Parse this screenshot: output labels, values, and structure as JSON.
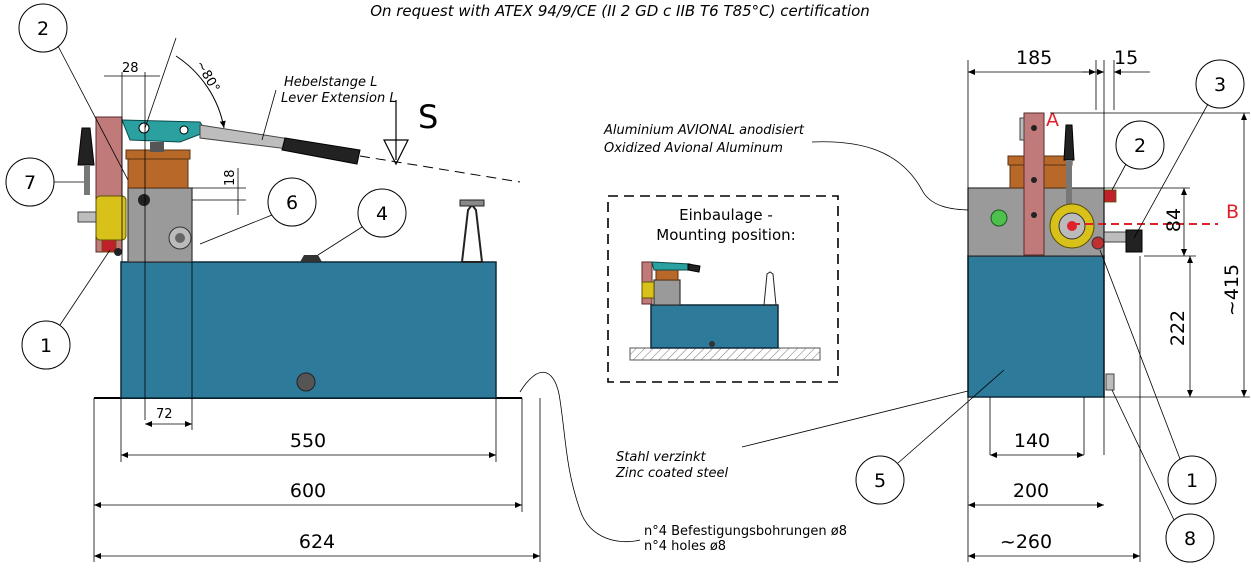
{
  "header": {
    "certification": "On request with ATEX 94/9/CE (II 2 GD c IIB T6 T85°C) certification"
  },
  "side_view": {
    "lever_label_de": "Hebelstange L",
    "lever_label_en": "Lever Extension L",
    "s_label": "S",
    "angle_label": "~80°",
    "dims": {
      "d28": "28",
      "d18": "18",
      "d72": "72",
      "d550": "550",
      "d600": "600",
      "d624": "624"
    },
    "callouts": [
      "2",
      "7",
      "1",
      "6",
      "4"
    ]
  },
  "mounting": {
    "title_de": "Einbaulage -",
    "title_en": "Mounting position:"
  },
  "front_view": {
    "material1_de": "Aluminium AVIONAL anodisiert",
    "material1_en": "Oxidized Avional Aluminum",
    "material2_de": "Stahl verzinkt",
    "material2_en": "Zinc coated steel",
    "label_a": "A",
    "label_b": "B",
    "dims": {
      "d185": "185",
      "d15": "15",
      "d84": "84",
      "d222": "222",
      "d415": "~415",
      "d140": "140",
      "d200": "200",
      "d260": "~260"
    },
    "callouts": [
      "3",
      "2",
      "5",
      "1",
      "8"
    ]
  },
  "holes": {
    "line1": "n°4 Befestigungsbohrungen ø8",
    "line2": "n°4 holes ø8"
  },
  "colors": {
    "tank": "#2e7a9a",
    "accent_red": "#e0202a"
  }
}
